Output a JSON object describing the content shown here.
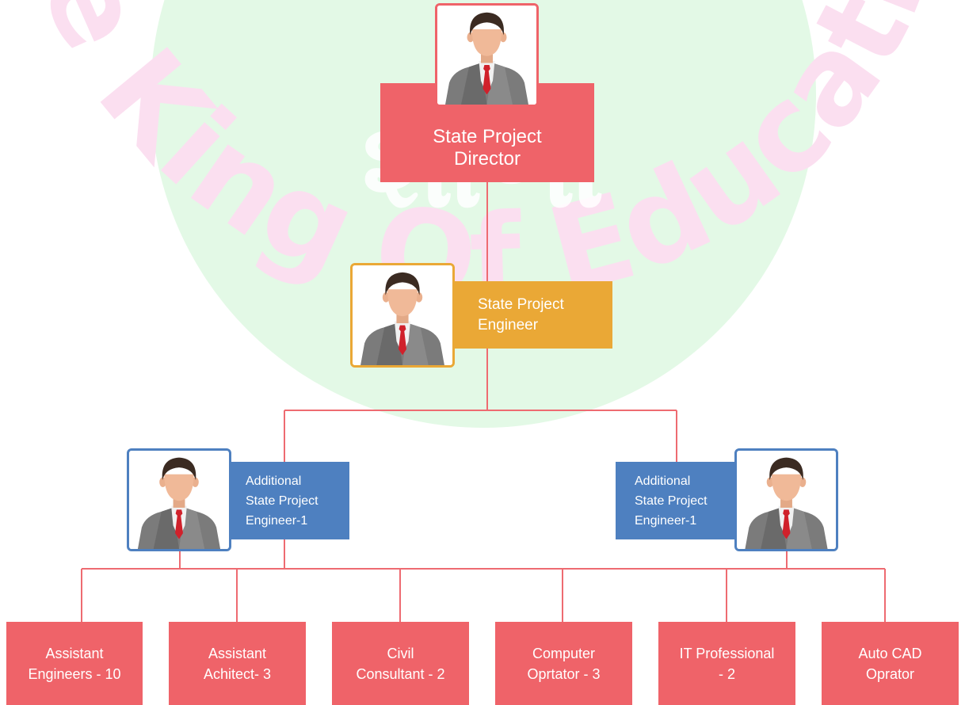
{
  "colors": {
    "red": "#ef6369",
    "orange": "#eaa836",
    "blue": "#4e80c0",
    "connector": "#ee6b71",
    "watermark_pink": "#fbdff0",
    "watermark_green": "#e3f9e6"
  },
  "watermark": {
    "text": "The King Of Education",
    "center_script": "શાળા"
  },
  "nodes": {
    "director": {
      "label": "State Project\nDirector",
      "icon": "person-icon"
    },
    "engineer": {
      "label": "State Project\nEngineer",
      "icon": "person-icon"
    },
    "additional_left": {
      "label": "Additional\nState Project\nEngineer-1",
      "icon": "person-icon"
    },
    "additional_right": {
      "label": "Additional\nState Project\nEngineer-1",
      "icon": "person-icon"
    }
  },
  "staff": [
    {
      "label": "Assistant\nEngineers - 10"
    },
    {
      "label": "Assistant\nAchitect- 3"
    },
    {
      "label": "Civil\nConsultant - 2"
    },
    {
      "label": "Computer\nOprtator - 3"
    },
    {
      "label": "IT Professional\n- 2"
    },
    {
      "label": "Auto CAD\nOprator"
    }
  ]
}
